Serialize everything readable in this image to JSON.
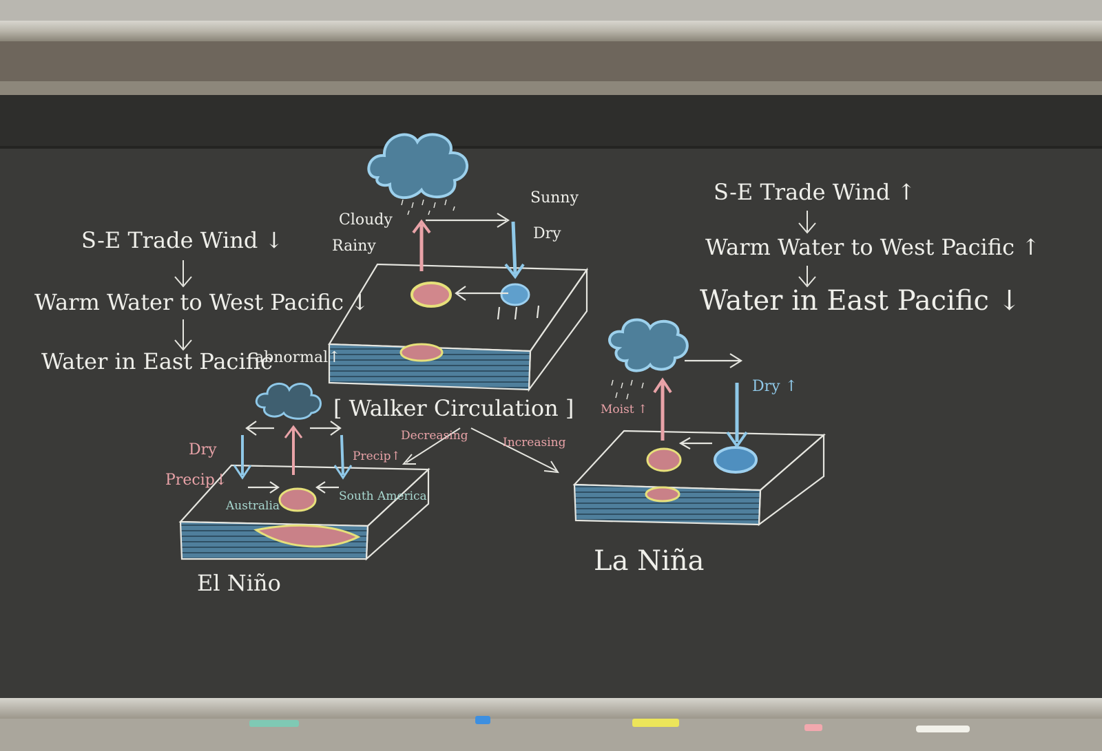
{
  "left_notes": {
    "line1": "S-E Trade Wind ↓",
    "line2": "Warm Water to West Pacific ↓",
    "line3": "Water in East Pacific",
    "line3_suffix": "abnormal↑"
  },
  "right_notes": {
    "line1": "S-E Trade Wind ↑",
    "line2": "Warm Water to West Pacific ↑",
    "line3": "Water in East Pacific ↓"
  },
  "walker": {
    "cloudy": "Cloudy",
    "rainy": "Rainy",
    "sunny": "Sunny",
    "dry": "Dry",
    "title": "[ Walker Circulation ]",
    "decreasing": "Decreasing",
    "increasing": "Increasing"
  },
  "el_nino": {
    "title": "El Niño",
    "dry": "Dry",
    "precip_down": "Precip↓",
    "precip_up": "Precip↑",
    "australia": "Australia",
    "south_america": "South America"
  },
  "la_nina": {
    "title": "La Niña",
    "dry_up": "Dry ↑",
    "moist_up": "Moist ↑"
  },
  "colors": {
    "board": "#3a3a38",
    "chalk_white": "#ecece6",
    "chalk_pink": "#e9a3a8",
    "chalk_blue": "#8fc8e8",
    "chalk_yellow": "#e8e27a"
  },
  "tray_chalk": [
    "teal",
    "blue",
    "yellow",
    "pink",
    "white"
  ]
}
